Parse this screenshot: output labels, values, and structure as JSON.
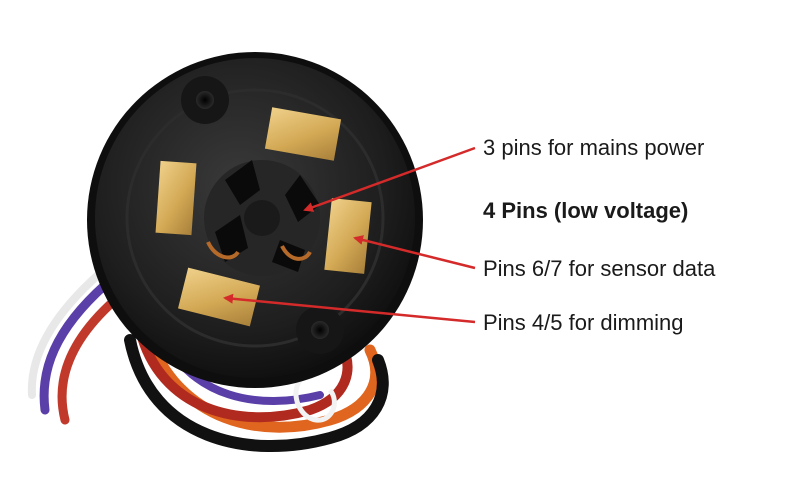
{
  "labels": {
    "mains_power": "3 pins for mains power",
    "low_voltage": "4 Pins (low voltage)",
    "sensor_data": "Pins 6/7 for sensor data",
    "dimming": "Pins 4/5 for dimming"
  },
  "colors": {
    "arrow": "#d42a2a",
    "socket_body": "#1e1e1e",
    "gold_pad": "#d8b15a",
    "wire_red": "#c0392b",
    "wire_orange": "#e0651e",
    "wire_purple": "#5b3fa8",
    "wire_white": "#e8e8e8",
    "wire_black": "#111111"
  }
}
